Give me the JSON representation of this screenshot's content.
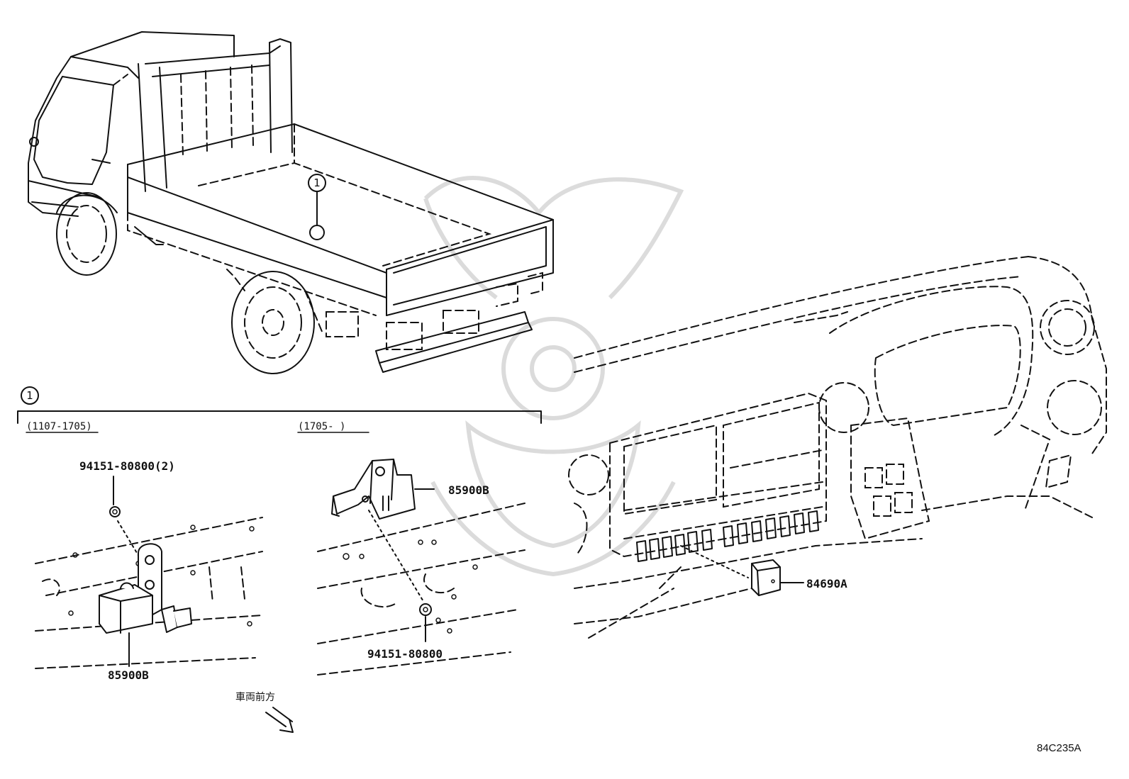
{
  "callout": {
    "ref": "1"
  },
  "section": {
    "ref": "1",
    "ranges": [
      "(1107-1705)",
      "(1705-      )"
    ]
  },
  "parts": {
    "nut_left": "94151-80800(2)",
    "sensor_left": "85900B",
    "sensor_right": "85900B",
    "nut_right": "94151-80800",
    "switch": "84690A"
  },
  "direction_label": "車両前方",
  "diagram_code": "84C235A"
}
